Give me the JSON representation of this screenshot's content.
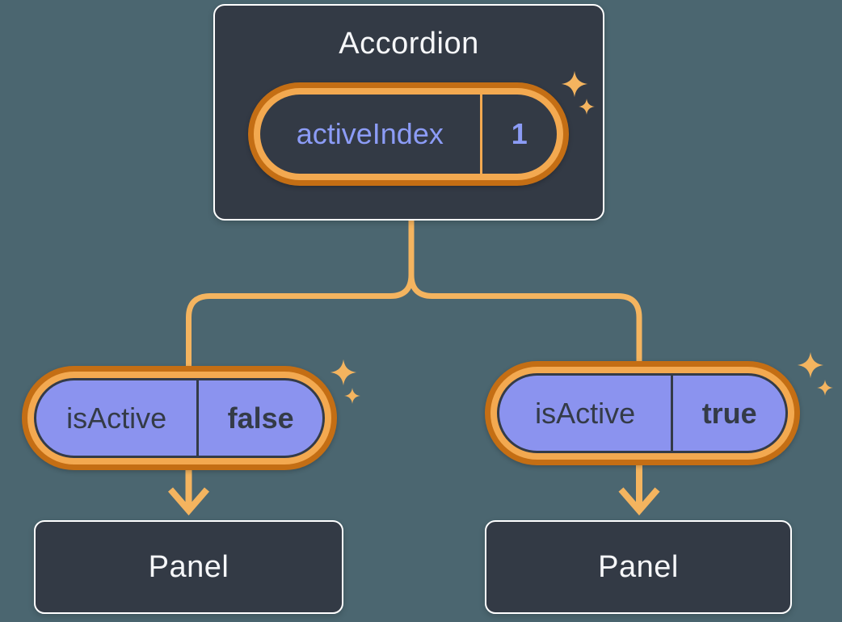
{
  "colors": {
    "background": "#4B6670",
    "box_fill": "#333A45",
    "box_border": "#FFFFFF",
    "box_text": "#F6F7F9",
    "ring_outer": "#C46E14",
    "ring_inner": "#F3A950",
    "connector": "#F4B45F",
    "sparkle": "#F4B45F",
    "pill_fill": "#8B93EF",
    "pill_dark": "#343B47",
    "state_text": "#8C9CF6"
  },
  "accordion": {
    "title": "Accordion",
    "state": {
      "name": "activeIndex",
      "value": "1"
    }
  },
  "children": [
    {
      "prop": {
        "name": "isActive",
        "value": "false"
      },
      "panel": "Panel"
    },
    {
      "prop": {
        "name": "isActive",
        "value": "true"
      },
      "panel": "Panel"
    }
  ]
}
